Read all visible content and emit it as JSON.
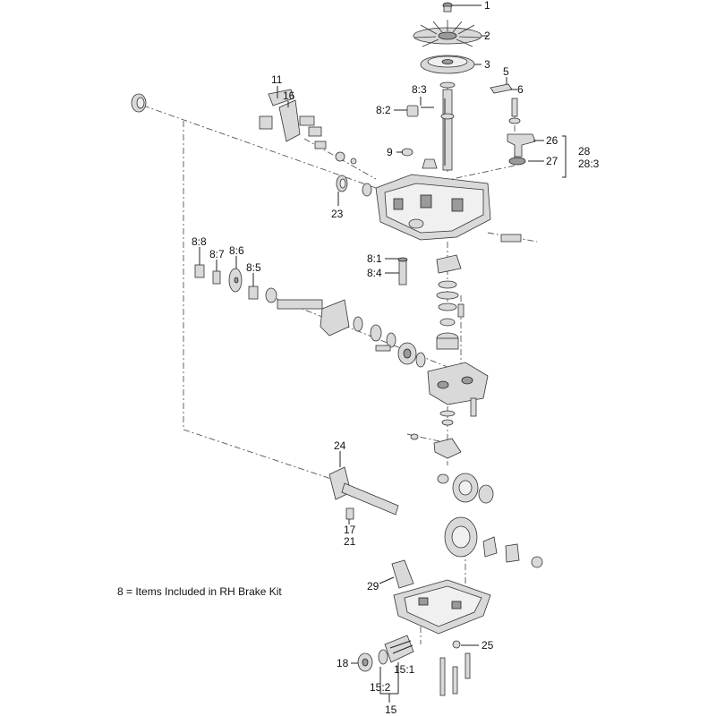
{
  "note": "8 = Items Included in RH Brake Kit",
  "labels": {
    "l1": "1",
    "l2": "2",
    "l3": "3",
    "l5": "5",
    "l6": "6",
    "l8_3": "8:3",
    "l8_2": "8:2",
    "l9": "9",
    "l11": "11",
    "l16": "16",
    "l26": "26",
    "l27": "27",
    "l28": "28",
    "l28_3": "28:3",
    "l23": "23",
    "l8_8": "8:8",
    "l8_7": "8:7",
    "l8_6": "8:6",
    "l8_5": "8:5",
    "l8_1": "8:1",
    "l8_4": "8:4",
    "l24": "24",
    "l17": "17",
    "l21": "21",
    "l29": "29",
    "l25": "25",
    "l18": "18",
    "l15_1": "15:1",
    "l15_2": "15:2",
    "l15": "15"
  }
}
